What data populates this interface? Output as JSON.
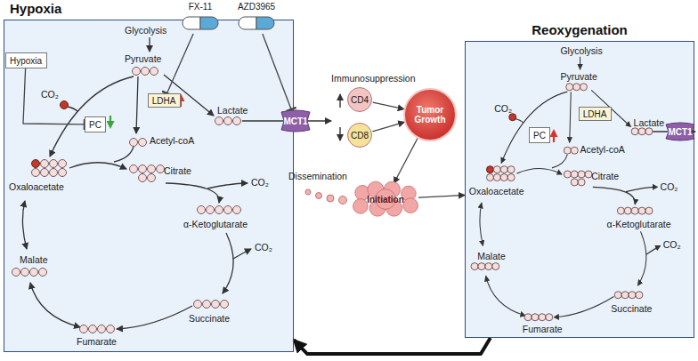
{
  "diagram": {
    "nodes": [
      {
        "text": [
          "Hypoxia"
        ]
      },
      {
        "text": [
          "Hypoxia"
        ],
        "in": 0
      },
      {
        "text": [
          "FX-11"
        ]
      },
      {
        "text": [
          "AZD3965"
        ]
      },
      {
        "text": [
          "LDHA"
        ],
        "in": 0
      },
      {
        "text": [
          "PC"
        ],
        "in": 0
      },
      {
        "text": [
          "MCT1"
        ]
      },
      {
        "text": [
          "CD4"
        ]
      },
      {
        "text": [
          "CD8"
        ]
      },
      {
        "text": [
          "Tumor Growth"
        ]
      },
      {
        "text": [
          "Initiation"
        ]
      },
      {
        "text": [
          "Reoxygenation"
        ]
      },
      {
        "text": [
          "LDHA"
        ],
        "in": 11
      },
      {
        "text": [
          "PC"
        ],
        "in": 11
      },
      {
        "text": [
          "MCT1"
        ]
      }
    ],
    "edges": [
      {
        "from": 2,
        "to": 4,
        "arrow": "to"
      },
      {
        "from": 3,
        "to": 6,
        "arrow": "to"
      },
      {
        "from": 1,
        "to": 5,
        "arrow": "to"
      },
      {
        "from": 7,
        "to": 9,
        "arrow": "to"
      },
      {
        "from": 8,
        "to": 9,
        "arrow": "to"
      },
      {
        "from": 9,
        "to": 10,
        "arrow": "to"
      },
      {
        "from": 10,
        "to": 11,
        "arrow": "to"
      },
      {
        "from": 11,
        "to": 0,
        "arrow": "to"
      }
    ],
    "labels": [
      "Glycolysis",
      "Pyruvate",
      "CO₂",
      "Lactate",
      "Acetyl-coA",
      "Oxaloacetate",
      "Citrate",
      "CO₂",
      "α-Ketoglutarate",
      "CO₂",
      "Malate",
      "Succinate",
      "Fumarate",
      "Immunosuppression",
      "Dissemination",
      "Glycolysis",
      "Pyruvate",
      "CO₂",
      "Lactate",
      "Acetyl-coA",
      "Oxaloacetate",
      "Citrate",
      "CO₂",
      "α-Ketoglutarate",
      "CO₂",
      "Malate",
      "Succinate",
      "Fumarate"
    ]
  }
}
